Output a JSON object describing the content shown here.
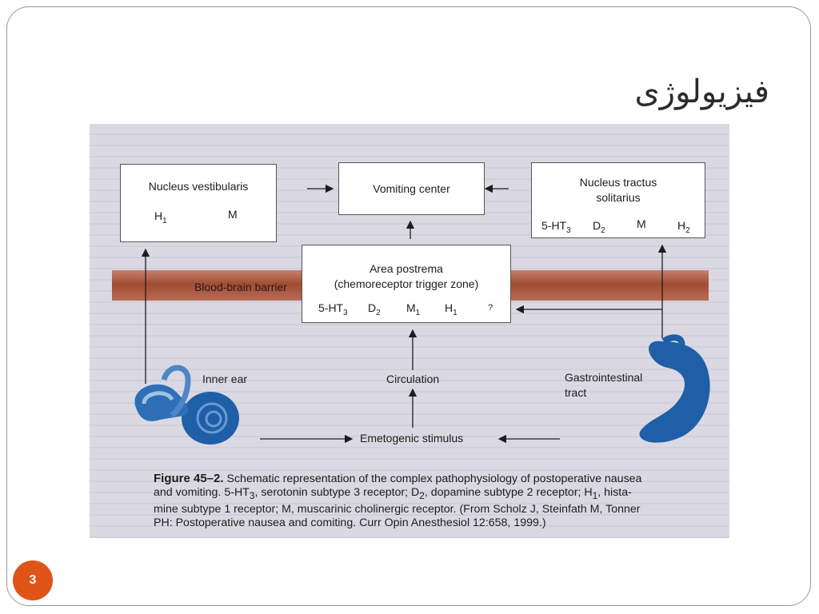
{
  "slide": {
    "title": "فیزیولوژی",
    "page_number": "3"
  },
  "diagram": {
    "nucleus_vestibularis": {
      "title": "Nucleus vestibularis",
      "r1": "H",
      "r1_sub": "1",
      "r2": "M"
    },
    "vomiting_center": {
      "title": "Vomiting center"
    },
    "nucleus_tractus": {
      "title_line1": "Nucleus tractus",
      "title_line2": "solitarius",
      "r1": "5-HT",
      "r1_sub": "3",
      "r2": "D",
      "r2_sub": "2",
      "r3": "M",
      "r4": "H",
      "r4_sub": "2"
    },
    "area_postrema": {
      "title_line1": "Area postrema",
      "title_line2": "(chemoreceptor trigger zone)",
      "r1": "5-HT",
      "r1_sub": "3",
      "r2": "D",
      "r2_sub": "2",
      "r3": "M",
      "r3_sub": "1",
      "r4": "H",
      "r4_sub": "1",
      "r5": "?"
    },
    "blood_brain_barrier": "Blood-brain barrier",
    "inner_ear": "Inner ear",
    "circulation": "Circulation",
    "gastrointestinal_line1": "Gastrointestinal",
    "gastrointestinal_line2": "tract",
    "emetogenic_stimulus": "Emetogenic stimulus"
  },
  "caption": {
    "figure_number": "Figure 45–2.",
    "line1": "Schematic representation of the complex pathophysiology of postoperative nausea",
    "line2a": "and vomiting. 5-HT",
    "line2b": ", serotonin subtype 3 receptor; D",
    "line2c": ", dopamine subtype 2 receptor; H",
    "line2d": ", hista-",
    "line3": "mine subtype 1 receptor; M, muscarinic cholinergic receptor. (From Scholz J, Steinfath M, Tonner",
    "line4": "PH: Postoperative nausea and comiting. Curr Opin Anesthesiol 12:658, 1999.)",
    "sub3": "3",
    "sub2": "2",
    "sub1": "1"
  },
  "colors": {
    "badge": "#e0541a",
    "barrier": "#a24b33",
    "organ_blue": "#1e5fa8"
  }
}
